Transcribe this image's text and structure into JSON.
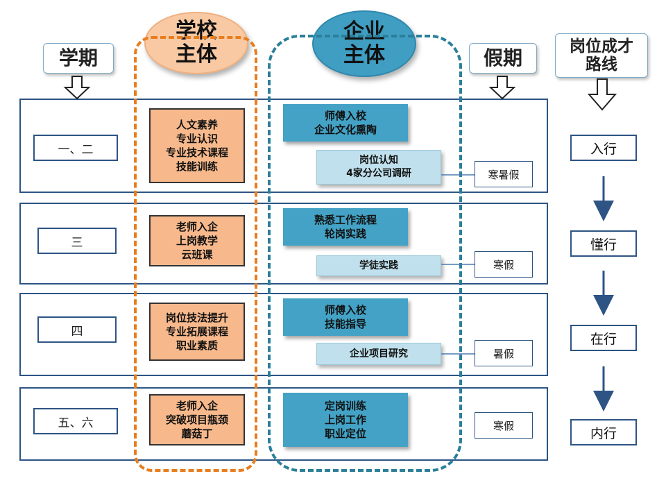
{
  "headers": {
    "term": "学期",
    "school_line1": "学校",
    "school_line2": "主体",
    "company_line1": "企业",
    "company_line2": "主体",
    "holiday": "假期",
    "career_line1": "岗位成才",
    "career_line2": "路线"
  },
  "rows": [
    {
      "term": "一、二",
      "school": [
        "人文素养",
        "专业认识",
        "专业技术课程",
        "技能训练"
      ],
      "company_main": [
        "师傅入校",
        "企业文化熏陶"
      ],
      "company_sub": [
        "岗位认知",
        "4家分公司调研"
      ],
      "holiday": "寒暑假"
    },
    {
      "term": "三",
      "school": [
        "老师入企",
        "上岗教学",
        "云班课"
      ],
      "company_main": [
        "熟悉工作流程",
        "轮岗实践"
      ],
      "company_sub": [
        "学徒实践"
      ],
      "holiday": "寒假"
    },
    {
      "term": "四",
      "school": [
        "岗位技法提升",
        "专业拓展课程",
        "职业素质"
      ],
      "company_main": [
        "师傅入校",
        "技能指导"
      ],
      "company_sub": [
        "企业项目研究"
      ],
      "holiday": "暑假"
    },
    {
      "term": "五、六",
      "school": [
        "老师入企",
        "突破项目瓶颈",
        "蘑菇丁"
      ],
      "company_main": [
        "定岗训练",
        "上岗工作",
        "职业定位"
      ],
      "company_sub": [],
      "holiday": "寒假"
    }
  ],
  "career_stages": [
    "入行",
    "懂行",
    "在行",
    "内行"
  ],
  "colors": {
    "school_fill": "#f7b98c",
    "company_dark": "#43a2c5",
    "company_light": "#bfe0ec",
    "frame": "#2d5484",
    "school_dash": "#e87d1e",
    "company_dash": "#2a7f99"
  }
}
